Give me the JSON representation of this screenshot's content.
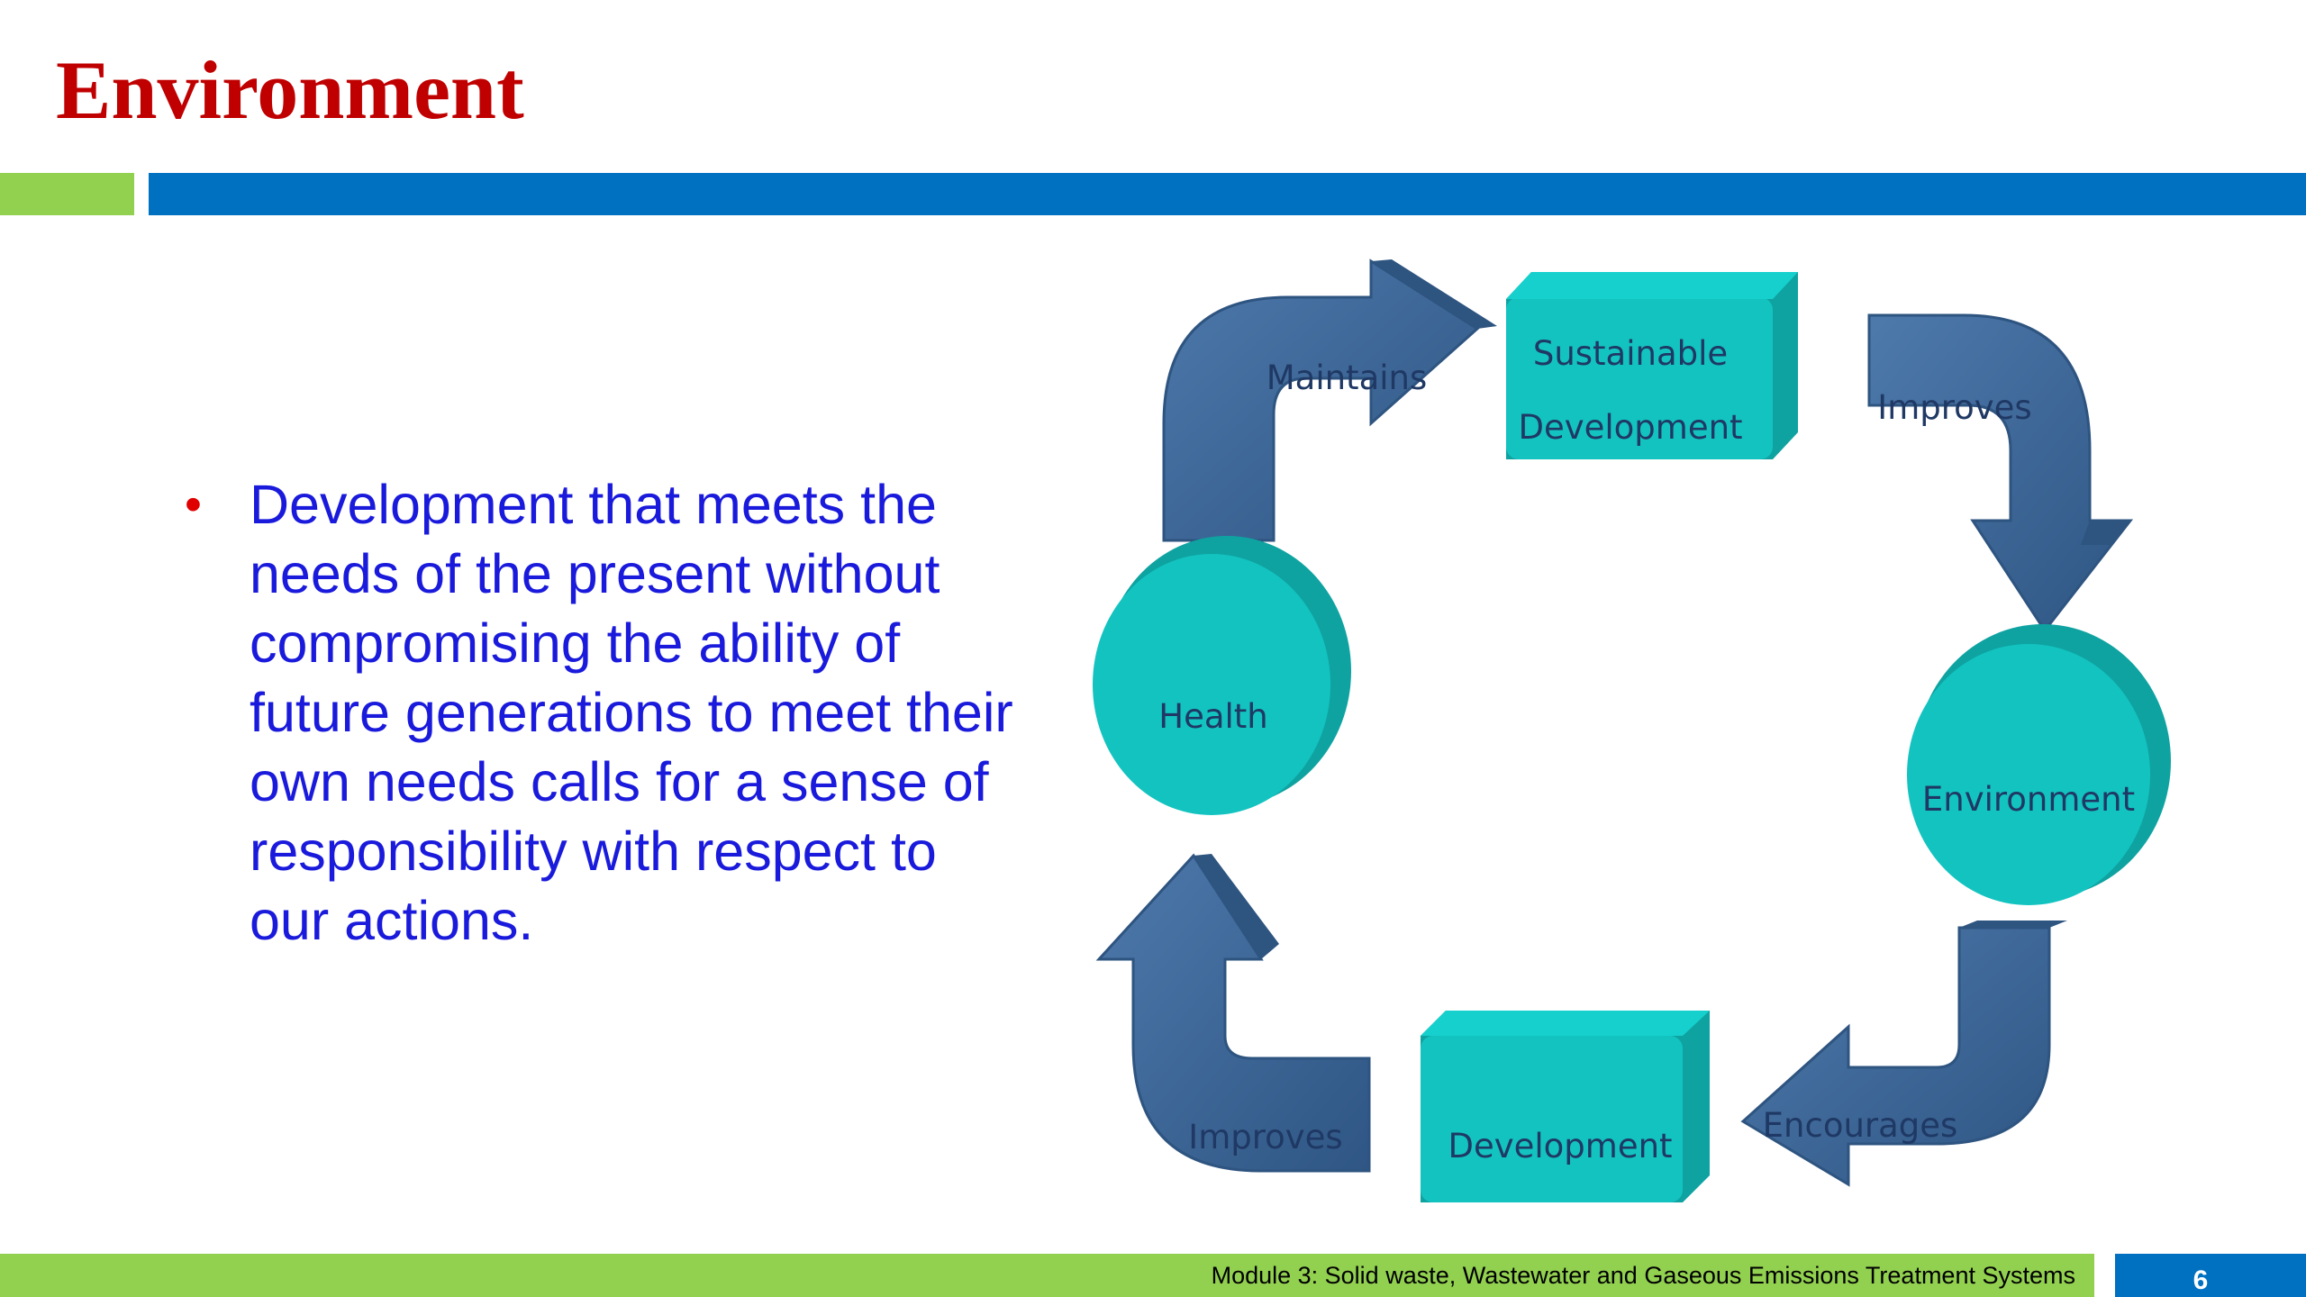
{
  "slide": {
    "title": "Environment",
    "bullet": "Development that meets the needs of the present without compromising the ability of future generations to meet their own needs calls for a sense of responsibility with respect to our actions."
  },
  "diagram": {
    "nodes": {
      "sustainable_development_line1": "Sustainable",
      "sustainable_development_line2": "Development",
      "environment": "Environment",
      "development": "Development",
      "health": "Health"
    },
    "arrows": {
      "maintains": "Maintains",
      "improves_top": "Improves",
      "encourages": "Encourages",
      "improves_bottom": "Improves"
    },
    "colors": {
      "node_fill": "#13c3c0",
      "node_side": "#0ea3a1",
      "arrow_fill": "#3f6a9c",
      "arrow_dark": "#2e5480"
    }
  },
  "footer": {
    "module_text": "Module 3: Solid waste, Wastewater and Gaseous Emissions Treatment Systems",
    "page_number": "6"
  },
  "theme": {
    "title_color": "#c00000",
    "accent_green": "#92d050",
    "accent_blue": "#0070c0",
    "bullet_text_color": "#1a1adc",
    "bullet_marker_color": "#e00000"
  }
}
